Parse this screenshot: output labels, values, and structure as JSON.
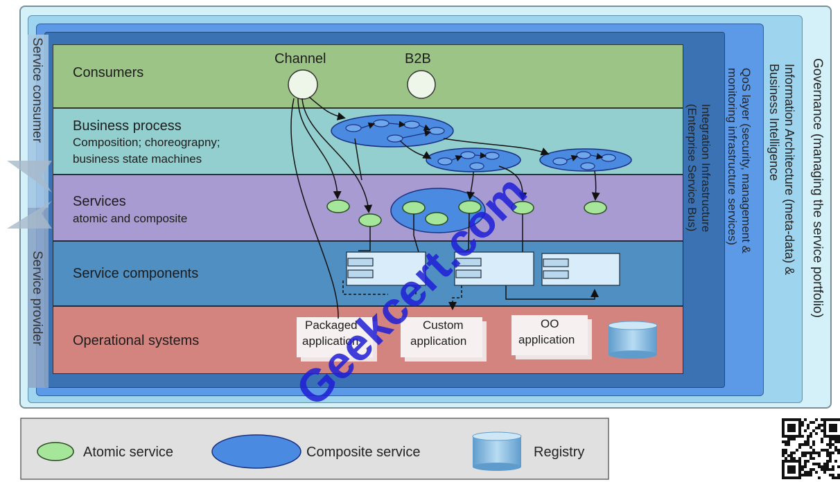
{
  "governance": "Governance (managing the service portfolio)",
  "info_arch": [
    "Information Architecture (meta-data) &",
    "Business Intelligence"
  ],
  "qos": [
    "QoS layer (security, management &",
    "monitoring infrastructure services)"
  ],
  "integration": [
    "Integration Infrastructure",
    "(Enterprise Service  Bus)"
  ],
  "side": {
    "consumer": "Service consumer",
    "provider": "Service provider"
  },
  "layers": [
    {
      "id": "consumers",
      "title": "Consumers",
      "sub": "",
      "sub2": "",
      "color": "#9dc487"
    },
    {
      "id": "business",
      "title": "Business process",
      "sub": "Composition; choreograpny;",
      "sub2": "business state machines",
      "color": "#93cfcf"
    },
    {
      "id": "services",
      "title": "Services",
      "sub": "atomic and composite",
      "sub2": "",
      "color": "#a79bd1"
    },
    {
      "id": "components",
      "title": "Service components",
      "sub": "",
      "sub2": "",
      "color": "#4f8fc2"
    },
    {
      "id": "operational",
      "title": "Operational systems",
      "sub": "",
      "sub2": "",
      "color": "#d4847f"
    }
  ],
  "channels": {
    "channel": "Channel",
    "b2b": "B2B"
  },
  "apps": [
    {
      "line1": "Packaged",
      "line2": "application"
    },
    {
      "line1": "Custom",
      "line2": "application"
    },
    {
      "line1": "OO",
      "line2": "application"
    }
  ],
  "legend": {
    "atomic": "Atomic service",
    "composite": "Composite service",
    "registry": "Registry"
  },
  "watermark": "Geekcert.com",
  "colors": {
    "governance_bg": "#d4f1f9",
    "info_arch_bg": "#9fd4ef",
    "qos_bg": "#5c9ae8",
    "integration_bg": "#3a72b4",
    "atomic": "#a6e69a",
    "composite": "#4a8ae0",
    "watermark": "#1f1fd6"
  }
}
